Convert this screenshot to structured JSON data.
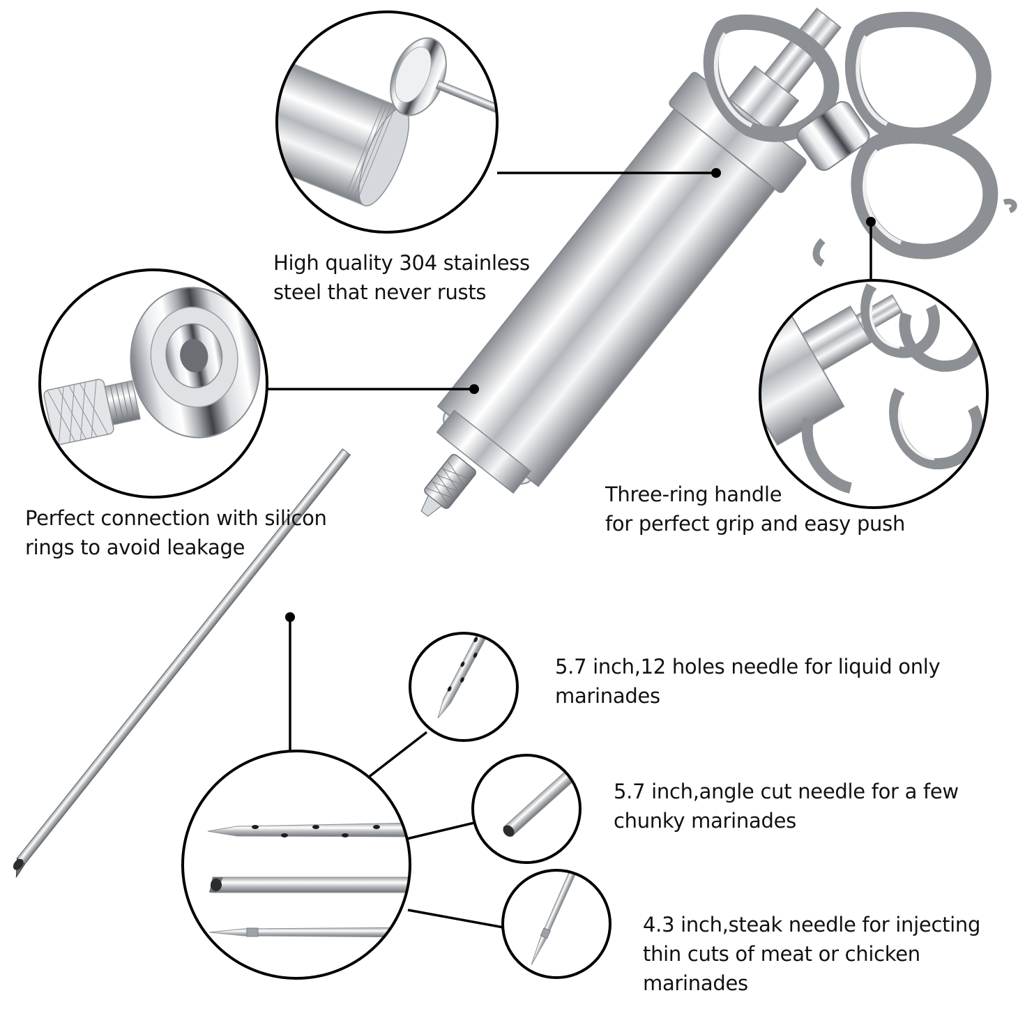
{
  "colors": {
    "outline": "#000000",
    "text": "#111111",
    "steel_light": "#f4f5f7",
    "steel_mid": "#c9ccd1",
    "steel_dark": "#6e7278",
    "background": "#ffffff"
  },
  "captions": {
    "steel": [
      "High quality 304 stainless",
      "steel that never rusts"
    ],
    "connection": [
      "Perfect connection with silicon",
      "rings to avoid leakage"
    ],
    "handle": [
      "Three-ring handle",
      "for perfect grip and easy push"
    ],
    "needle_12_holes": [
      "5.7 inch,12 holes needle for liquid only",
      "marinades"
    ],
    "needle_angle_cut": [
      "5.7 inch,angle cut needle for a few",
      "chunky marinades"
    ],
    "needle_steak": [
      "4.3 inch,steak needle for injecting",
      "thin cuts of meat or chicken",
      "marinades"
    ]
  },
  "icons": {
    "barrel_detail": "threaded-barrel-and-plunger-icon",
    "nozzle_detail": "needle-connector-icon",
    "handle_detail": "three-ring-handle-icon",
    "needles_group": "three-needles-icon"
  }
}
